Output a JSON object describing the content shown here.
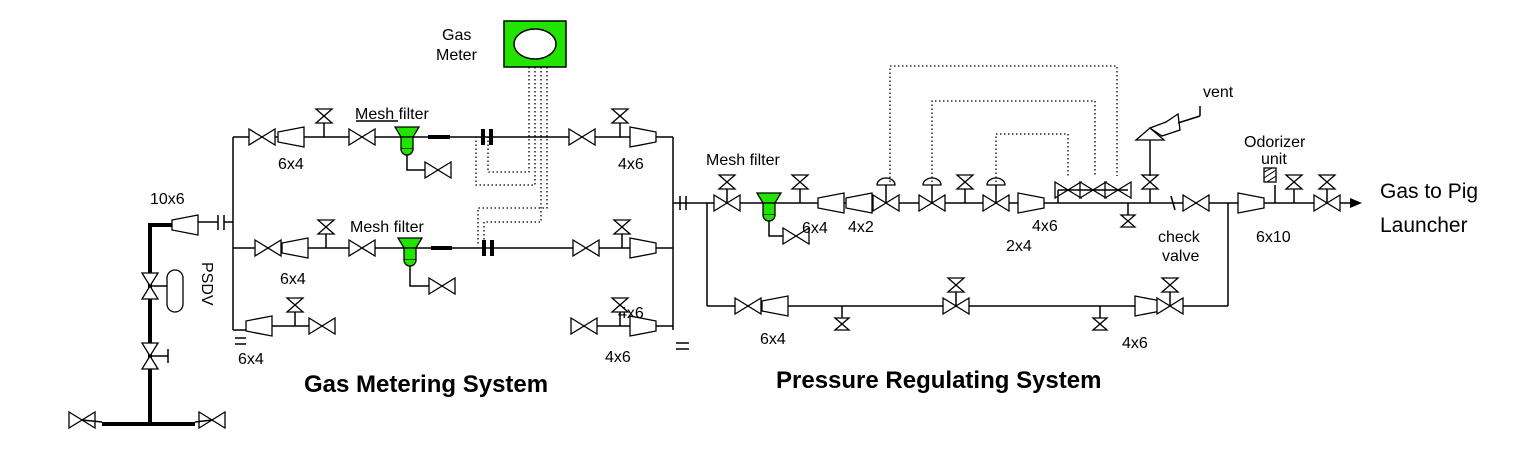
{
  "labels": {
    "gas_meter_line1": "Gas",
    "gas_meter_line2": "Meter",
    "mesh_filter_top": "Mesh filter",
    "mesh_filter_mid": "Mesh filter",
    "mesh_filter_regulating": "Mesh filter",
    "size_10x6": "10x6",
    "psdv": "PSDV",
    "size_6x4_top": "6x4",
    "size_6x4_mid": "6x4",
    "size_6x4_bot": "6x4",
    "size_4x6_top": "4x6",
    "size_4x6_mid": "4x6",
    "size_4x6_bot": "4x6",
    "size_6x4_reg": "6x4",
    "size_4x2": "4x2",
    "size_4x6_reg": "4x6",
    "size_2x4": "2x4",
    "size_6x4_bypass": "6x4",
    "size_4x6_bypass": "4x6",
    "vent": "vent",
    "odorizer_line1": "Odorizer",
    "odorizer_line2": "unit",
    "check_valve_line1": "check",
    "check_valve_line2": "valve",
    "size_6x10": "6x10",
    "gas_to_pig_line1": "Gas to Pig",
    "gas_to_pig_line2": "Launcher"
  },
  "titles": {
    "metering": "Gas Metering System",
    "regulating": "Pressure Regulating System"
  },
  "colors": {
    "filter_green": "#22e400",
    "meter_green": "#22e400",
    "line": "#000000"
  }
}
